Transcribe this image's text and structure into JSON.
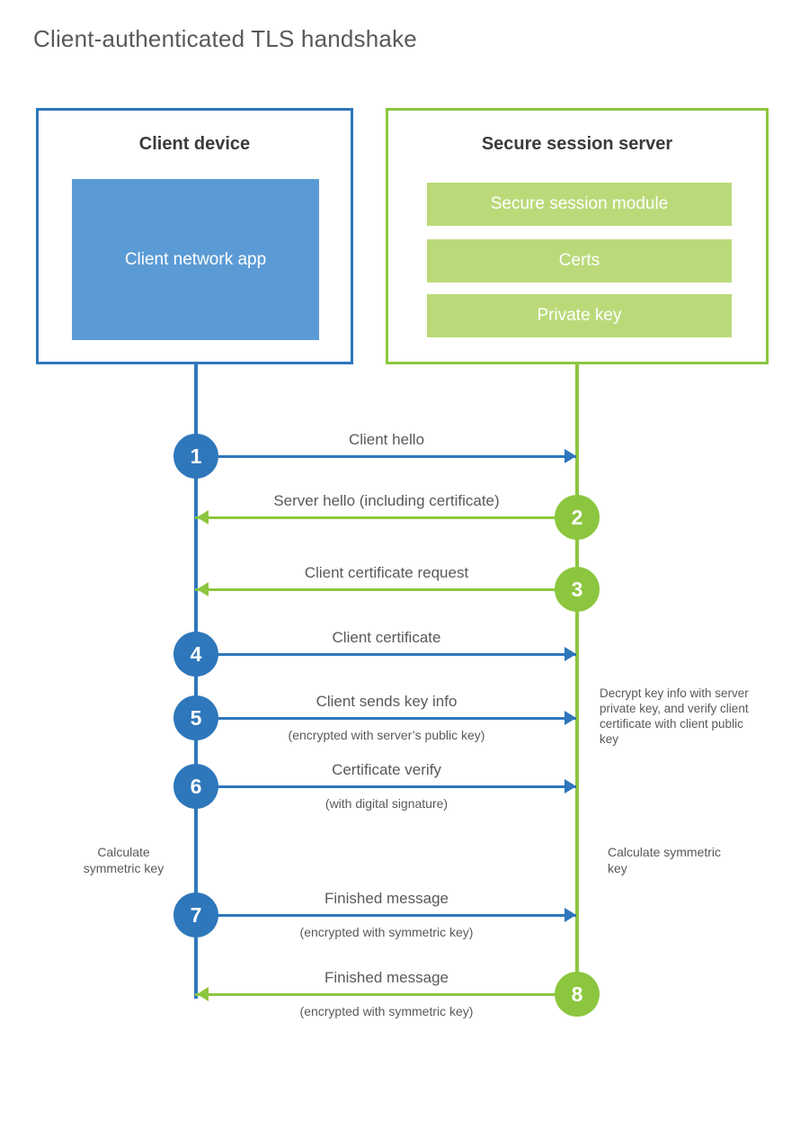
{
  "title": "Client-authenticated TLS handshake",
  "colors": {
    "client_blue": "#2e77bb",
    "client_app_fill": "#5b9bd5",
    "server_green": "#8cc63f",
    "server_row_fill": "#bada7a",
    "text": "#58595b"
  },
  "client": {
    "title": "Client device",
    "app_label": "Client network app"
  },
  "server": {
    "title": "Secure session server",
    "rows": [
      {
        "label": "Secure session module"
      },
      {
        "label": "Certs"
      },
      {
        "label": "Private key"
      }
    ]
  },
  "steps": [
    {
      "number": "1",
      "label": "Client hello",
      "sublabel": "",
      "direction": "client-to-server",
      "color": "blue"
    },
    {
      "number": "2",
      "label": "Server hello (including certificate)",
      "sublabel": "",
      "direction": "server-to-client",
      "color": "green"
    },
    {
      "number": "3",
      "label": "Client certificate request",
      "sublabel": "",
      "direction": "server-to-client",
      "color": "green"
    },
    {
      "number": "4",
      "label": "Client certificate",
      "sublabel": "",
      "direction": "client-to-server",
      "color": "blue"
    },
    {
      "number": "5",
      "label": "Client sends key info",
      "sublabel": "(encrypted with server’s public key)",
      "direction": "client-to-server",
      "color": "blue"
    },
    {
      "number": "6",
      "label": "Certificate verify",
      "sublabel": "(with digital signature)",
      "direction": "client-to-server",
      "color": "blue"
    },
    {
      "number": "7",
      "label": "Finished message",
      "sublabel": "(encrypted with symmetric key)",
      "direction": "client-to-server",
      "color": "blue"
    },
    {
      "number": "8",
      "label": "Finished message",
      "sublabel": "(encrypted with symmetric key)",
      "direction": "server-to-client",
      "color": "green"
    }
  ],
  "annotations": {
    "server_decrypt": "Decrypt key info with server private key, and verify client certificate with client public key",
    "client_calculate": "Calculate symmetric key",
    "server_calculate": "Calculate symmetric key"
  }
}
